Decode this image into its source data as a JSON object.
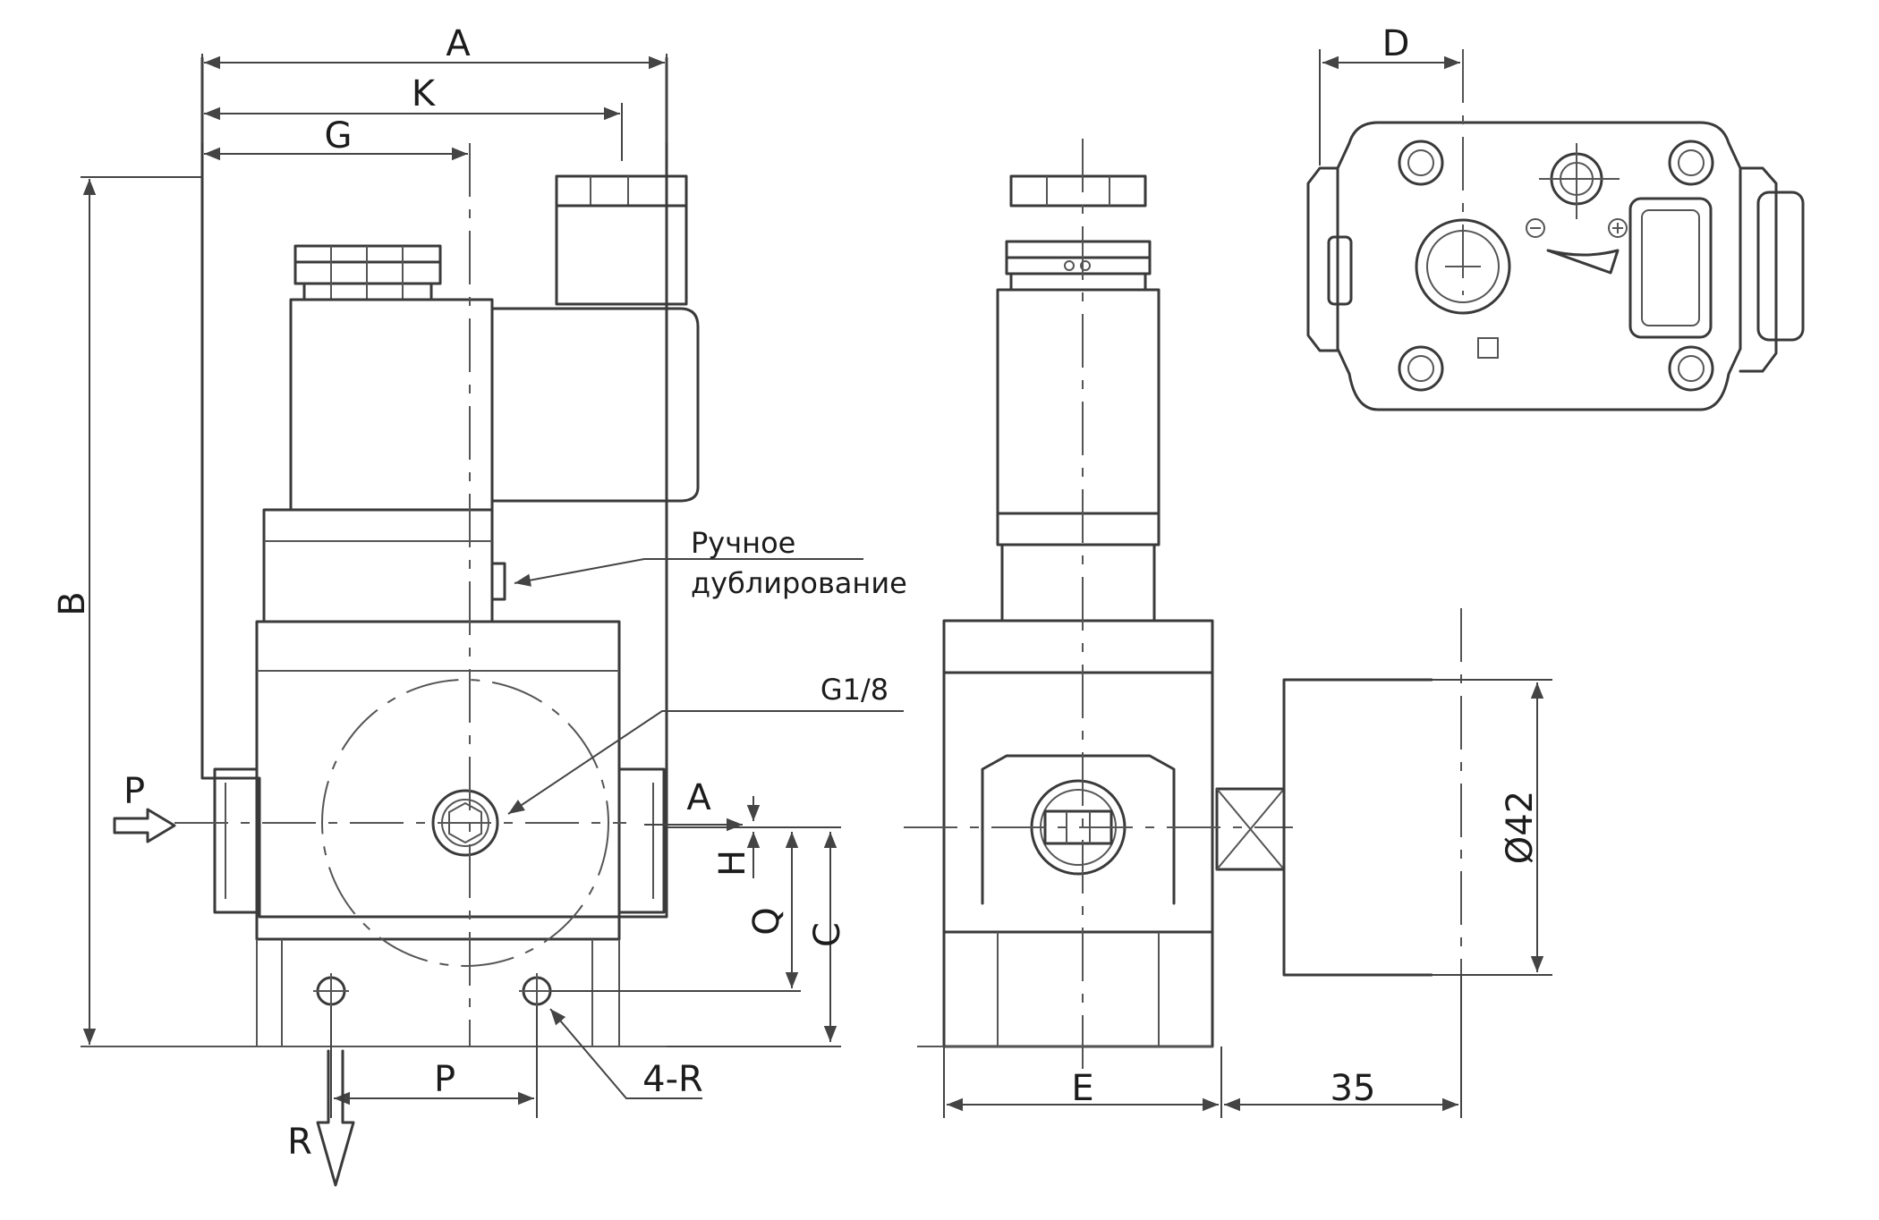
{
  "labels": {
    "dim_a": "A",
    "dim_k": "K",
    "dim_g": "G",
    "dim_b": "B",
    "dim_c": "C",
    "dim_q": "Q",
    "dim_h": "H",
    "dim_p": "P",
    "dim_d": "D",
    "dim_e": "E",
    "dim_35": "35",
    "dim_diameter": "Ø42",
    "port_p": "P",
    "port_a": "A",
    "port_r": "R",
    "thread": "G1/8",
    "holes": "4-R",
    "manual_override_line1": "Ручное",
    "manual_override_line2": "дублирование"
  }
}
